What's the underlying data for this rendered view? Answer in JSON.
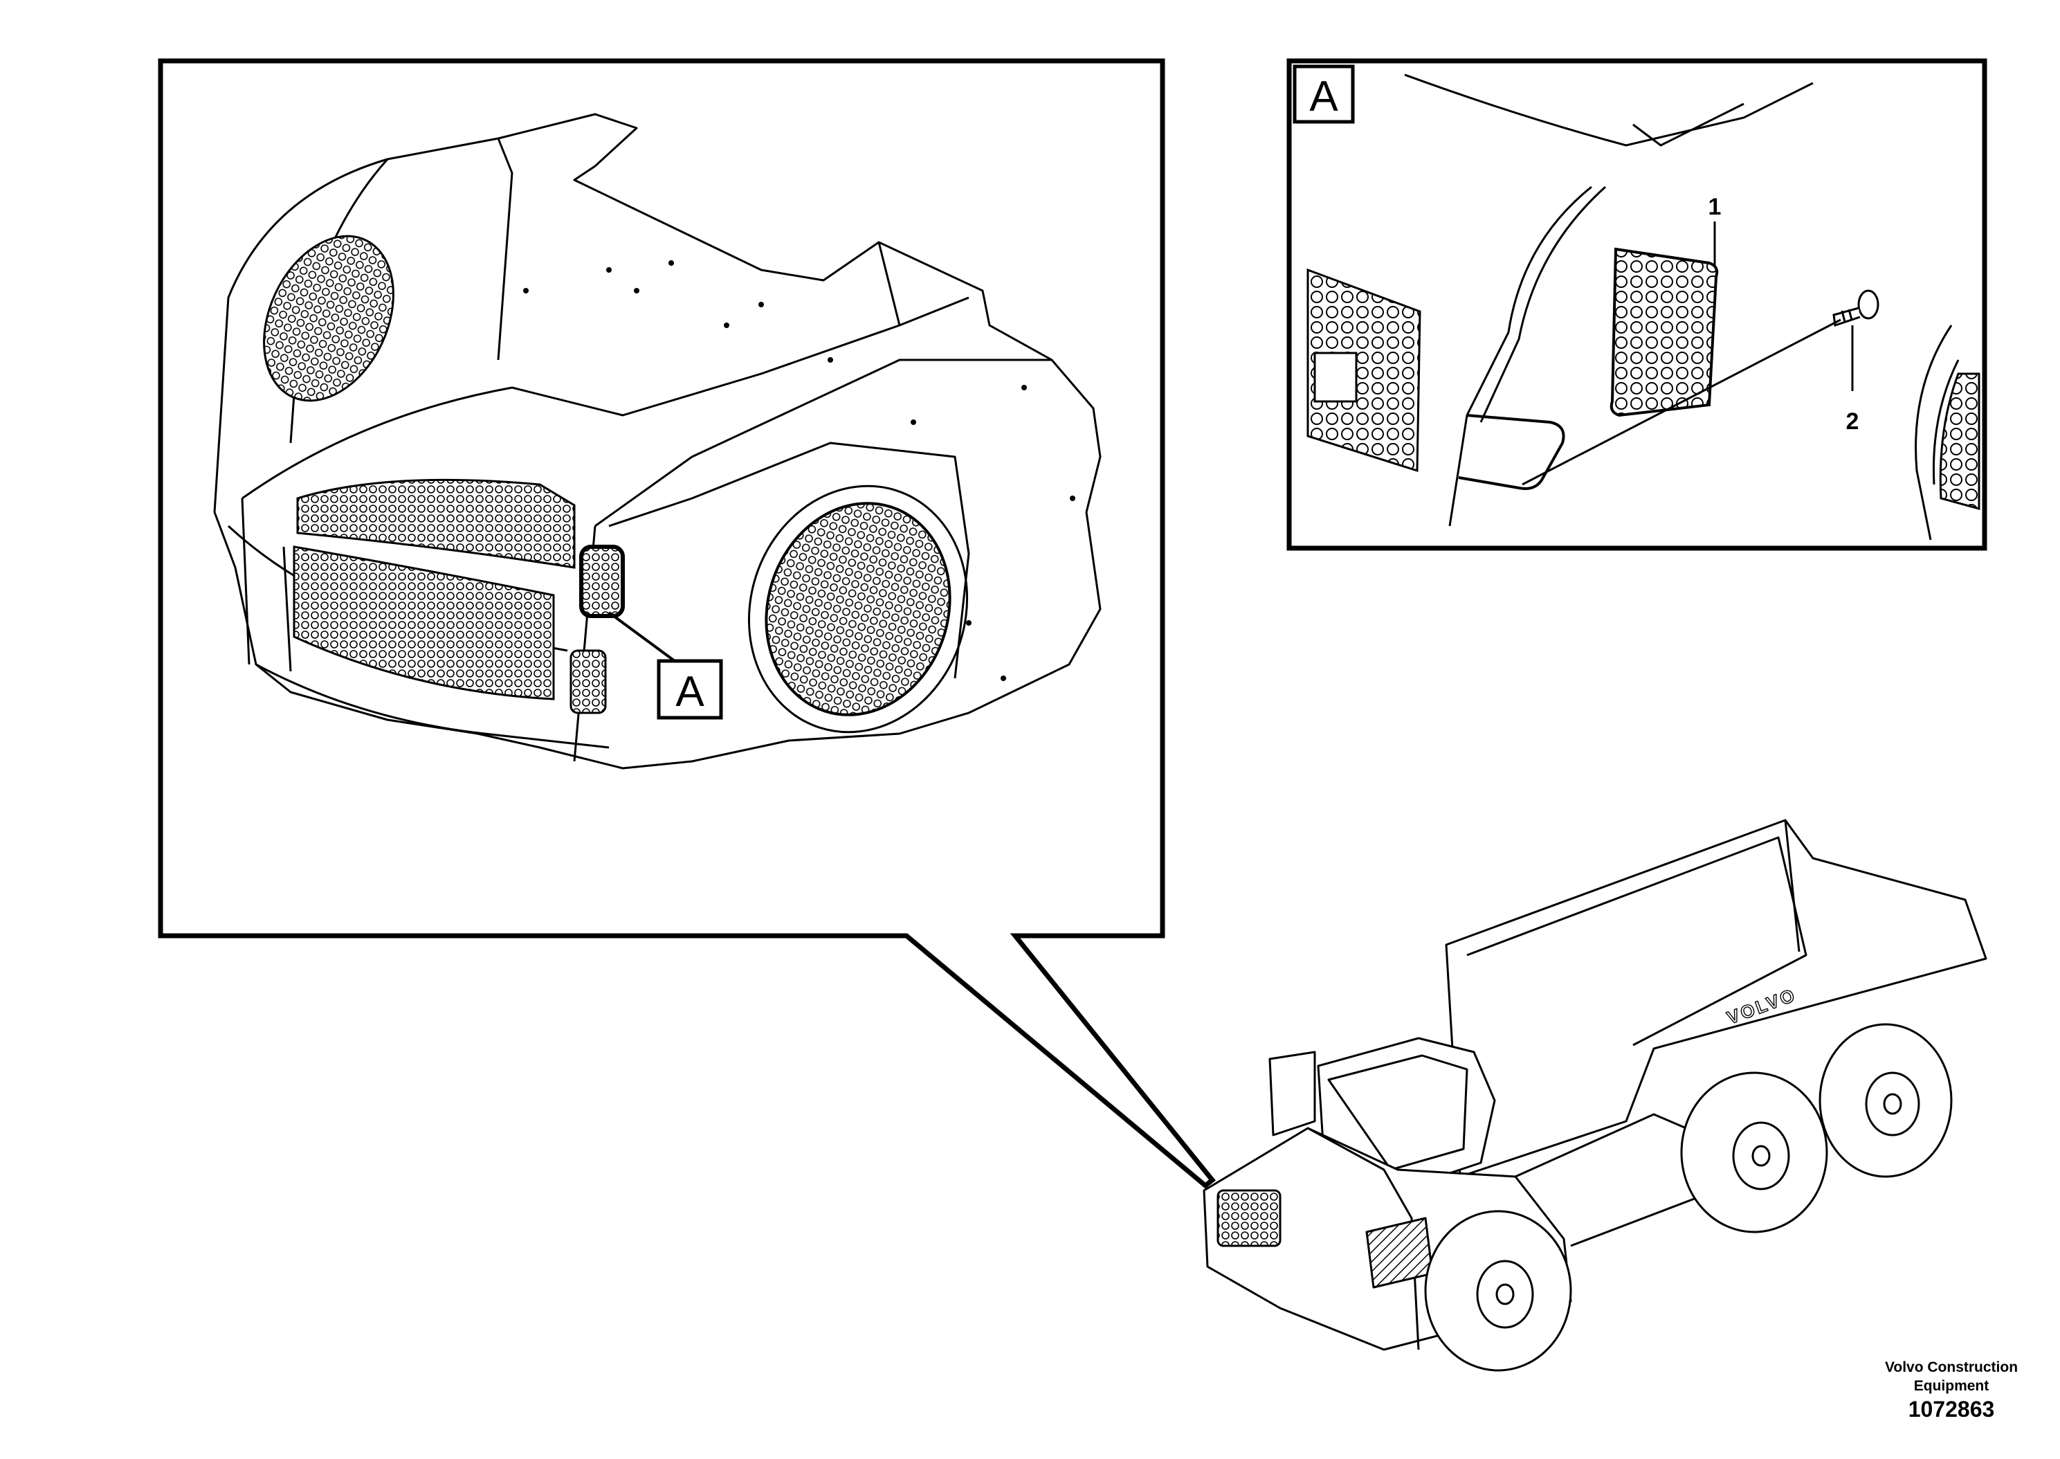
{
  "detail_view": {
    "callout_label": "A"
  },
  "inset_view": {
    "label": "A",
    "parts": [
      {
        "number": "1"
      },
      {
        "number": "2"
      }
    ]
  },
  "truck": {
    "brand_text": "VOLVO"
  },
  "footer": {
    "company_line1": "Volvo Construction",
    "company_line2": "Equipment",
    "drawing_number": "1072863"
  }
}
